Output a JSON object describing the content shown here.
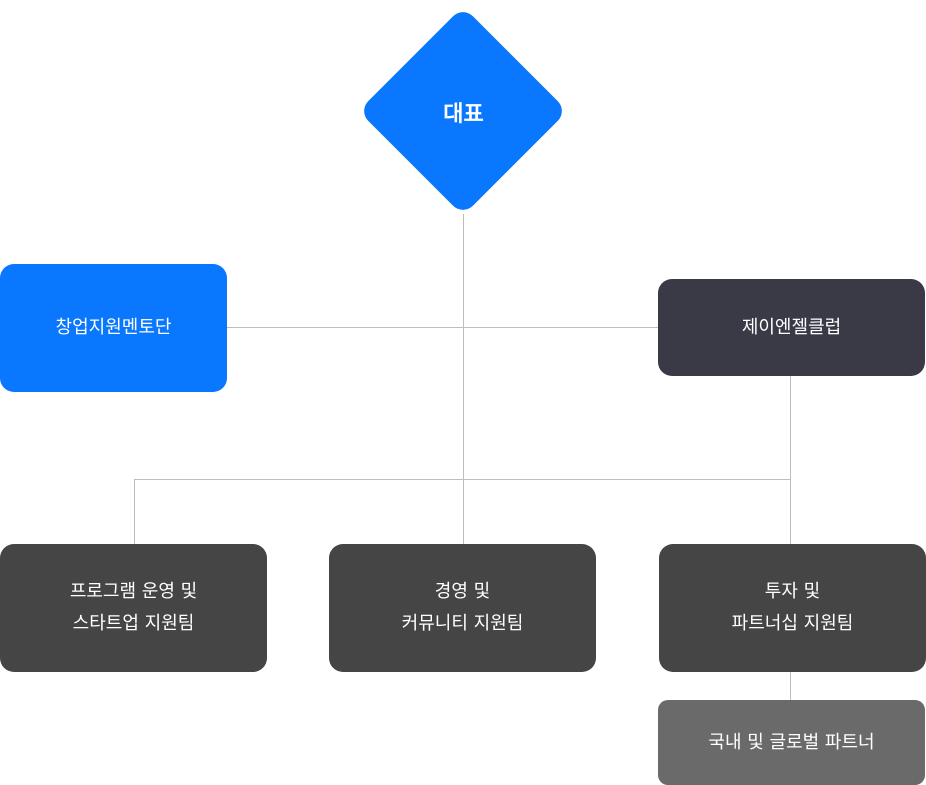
{
  "ceo": {
    "label": "대표"
  },
  "mentor": {
    "label": "창업지원멘토단"
  },
  "angel_club": {
    "label": "제이엔젤클럽"
  },
  "teams": [
    {
      "line1": "프로그램 운영 및",
      "line2": "스타트업 지원팀"
    },
    {
      "line1": "경영 및",
      "line2": "커뮤니티 지원팀"
    },
    {
      "line1": "투자 및",
      "line2": "파트너십 지원팀"
    }
  ],
  "partner": {
    "label": "국내 및 글로벌 파트너"
  },
  "colors": {
    "blue": "#0a77ff",
    "navy": "#3a3a47",
    "dark": "#454545",
    "gray": "#6a6a6a",
    "line": "#bdbdbd"
  }
}
